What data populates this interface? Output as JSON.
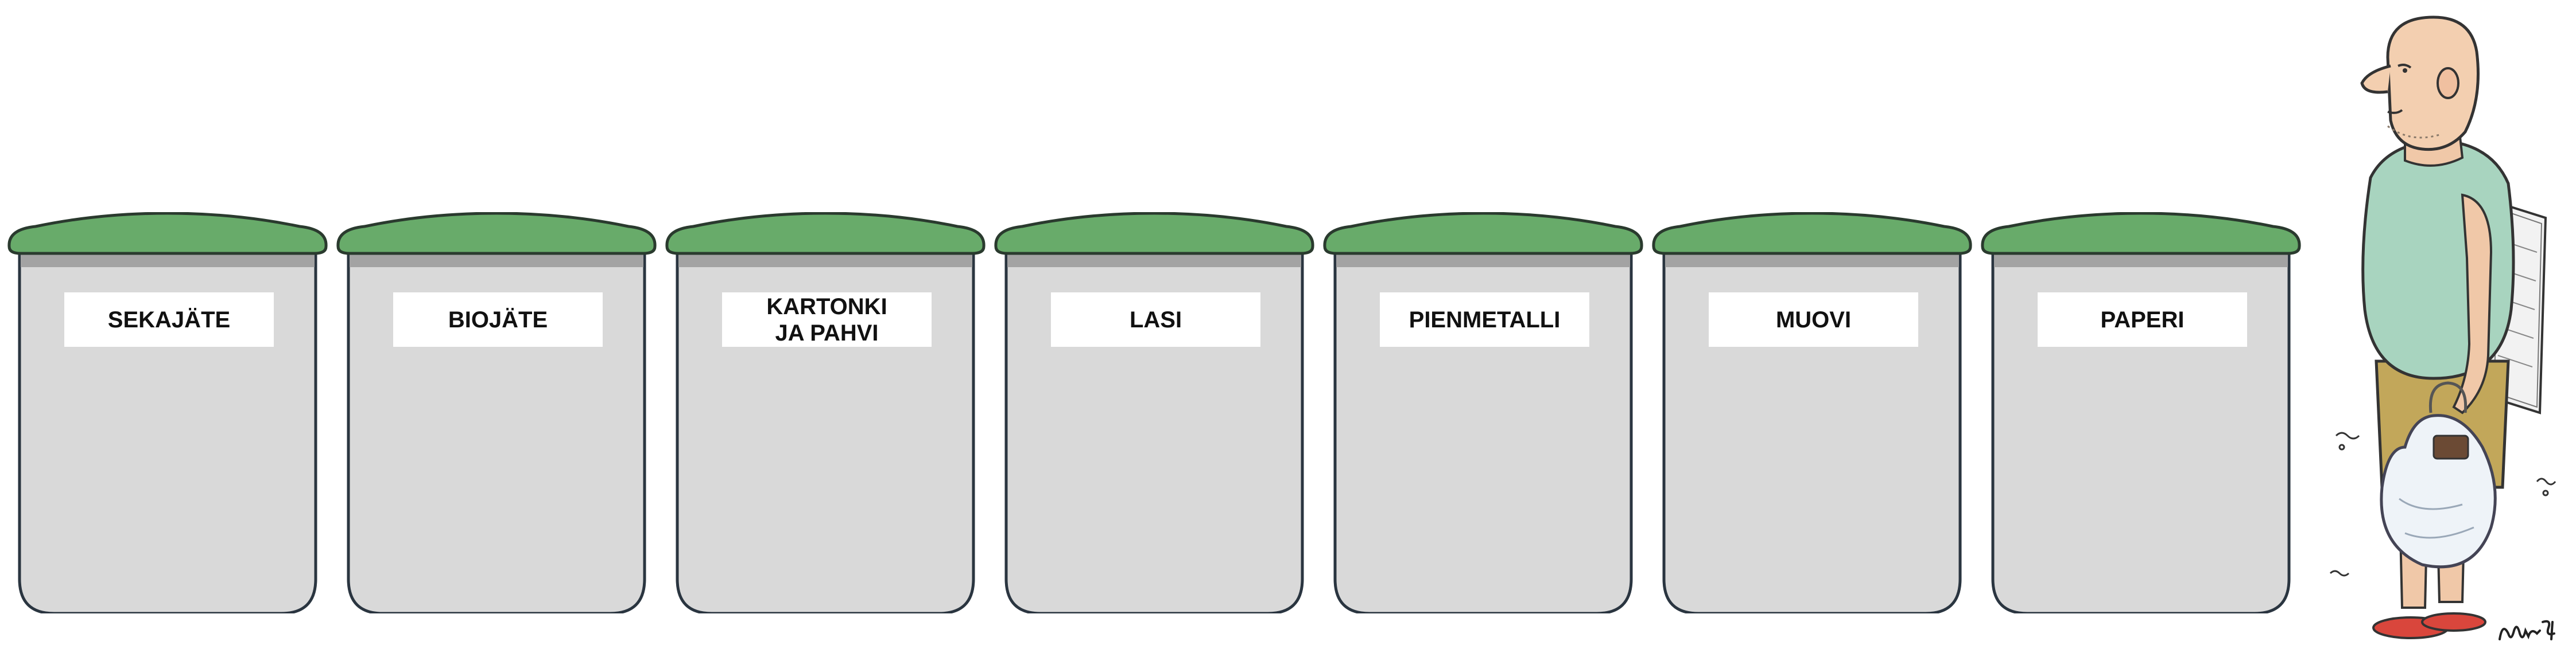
{
  "colors": {
    "lid": "#68ab6a",
    "lid_outline": "#2a3a2e",
    "rim": "#a3a3a3",
    "body": "#d9d9d9",
    "outline": "#2a3540",
    "label_bg": "#ffffff",
    "label_text": "#111111"
  },
  "bins": [
    {
      "label": "SEKAJÄTE"
    },
    {
      "label": "BIOJÄTE"
    },
    {
      "label": "KARTONKI\nJA PAHVI"
    },
    {
      "label": "LASI"
    },
    {
      "label": "PIENMETALLI"
    },
    {
      "label": "MUOVI"
    },
    {
      "label": "PAPERI"
    }
  ],
  "illustration": {
    "figure": "man-with-plastic-bag-and-newspapers-illustration",
    "signature": "artist-signature"
  }
}
